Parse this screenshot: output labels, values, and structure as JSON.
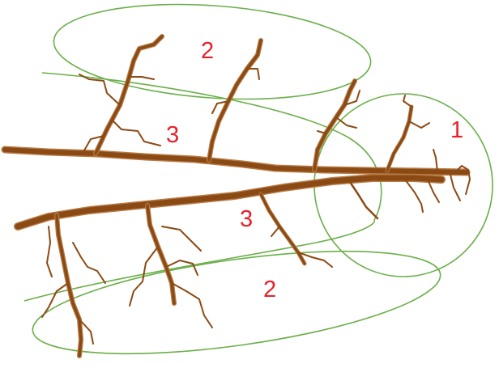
{
  "colors": {
    "root": "#8B4A14",
    "root_outline": "#B57A45",
    "ellipse": "#6AAF48",
    "label": "#E8202A",
    "background": "#FFFFFF"
  },
  "zones": {
    "zone_1": {
      "label": "1"
    },
    "zone_2_upper": {
      "label": "2"
    },
    "zone_2_lower": {
      "label": "2"
    },
    "zone_3_upper": {
      "label": "3"
    },
    "zone_3_lower": {
      "label": "3"
    }
  }
}
